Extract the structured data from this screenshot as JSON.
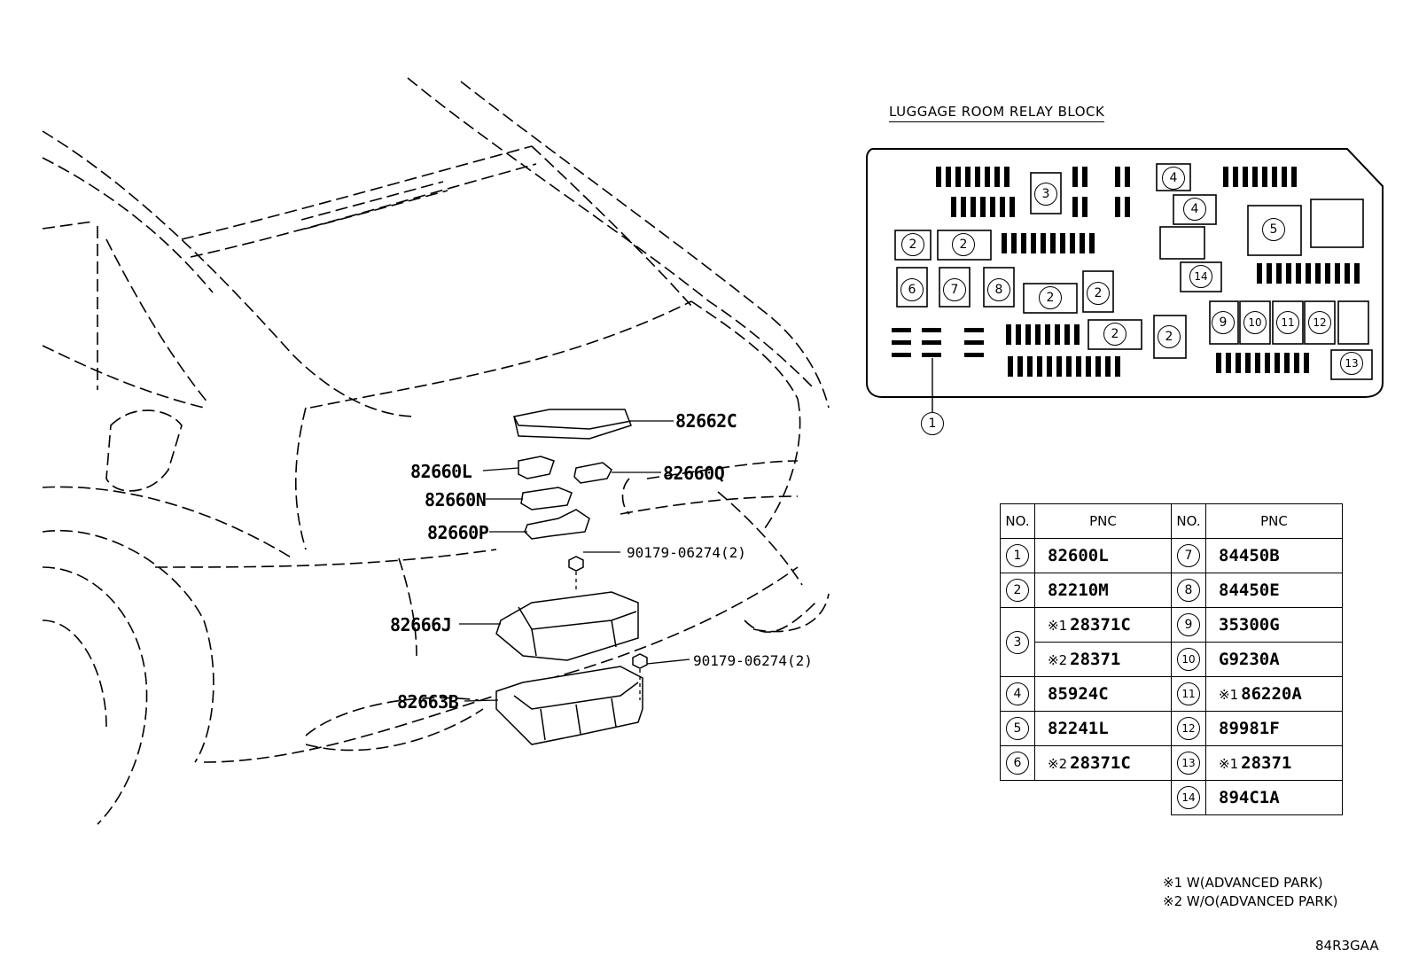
{
  "relay_block": {
    "title": "LUGGAGE ROOM RELAY BLOCK",
    "callouts": [
      "1",
      "2",
      "3",
      "4",
      "5",
      "6",
      "7",
      "8",
      "9",
      "10",
      "11",
      "12",
      "13",
      "14"
    ]
  },
  "part_labels": {
    "cover": "82662C",
    "relay_l": "82660L",
    "relay_q": "82660Q",
    "relay_n": "82660N",
    "relay_p": "82660P",
    "nut_upper": "90179-06274(2)",
    "block": "82666J",
    "nut_lower": "90179-06274(2)",
    "bracket": "82663B"
  },
  "table": {
    "headers": [
      "NO.",
      "PNC",
      "NO.",
      "PNC"
    ],
    "left": [
      {
        "no": "1",
        "pnc": "82600L",
        "mark": ""
      },
      {
        "no": "2",
        "pnc": "82210M",
        "mark": ""
      },
      {
        "no": "3",
        "pnc": "28371C",
        "mark": "※1"
      },
      {
        "no": "",
        "pnc": "28371",
        "mark": "※2"
      },
      {
        "no": "4",
        "pnc": "85924C",
        "mark": ""
      },
      {
        "no": "5",
        "pnc": "82241L",
        "mark": ""
      },
      {
        "no": "6",
        "pnc": "28371C",
        "mark": "※2"
      }
    ],
    "right": [
      {
        "no": "7",
        "pnc": "84450B",
        "mark": ""
      },
      {
        "no": "8",
        "pnc": "84450E",
        "mark": ""
      },
      {
        "no": "9",
        "pnc": "35300G",
        "mark": ""
      },
      {
        "no": "10",
        "pnc": "G9230A",
        "mark": ""
      },
      {
        "no": "11",
        "pnc": "86220A",
        "mark": "※1"
      },
      {
        "no": "12",
        "pnc": "89981F",
        "mark": ""
      },
      {
        "no": "13",
        "pnc": "28371",
        "mark": "※1"
      },
      {
        "no": "14",
        "pnc": "894C1A",
        "mark": ""
      }
    ]
  },
  "notes": [
    "※1 W(ADVANCED PARK)",
    "※2 W/O(ADVANCED PARK)"
  ],
  "diagram_code": "84R3GAA"
}
